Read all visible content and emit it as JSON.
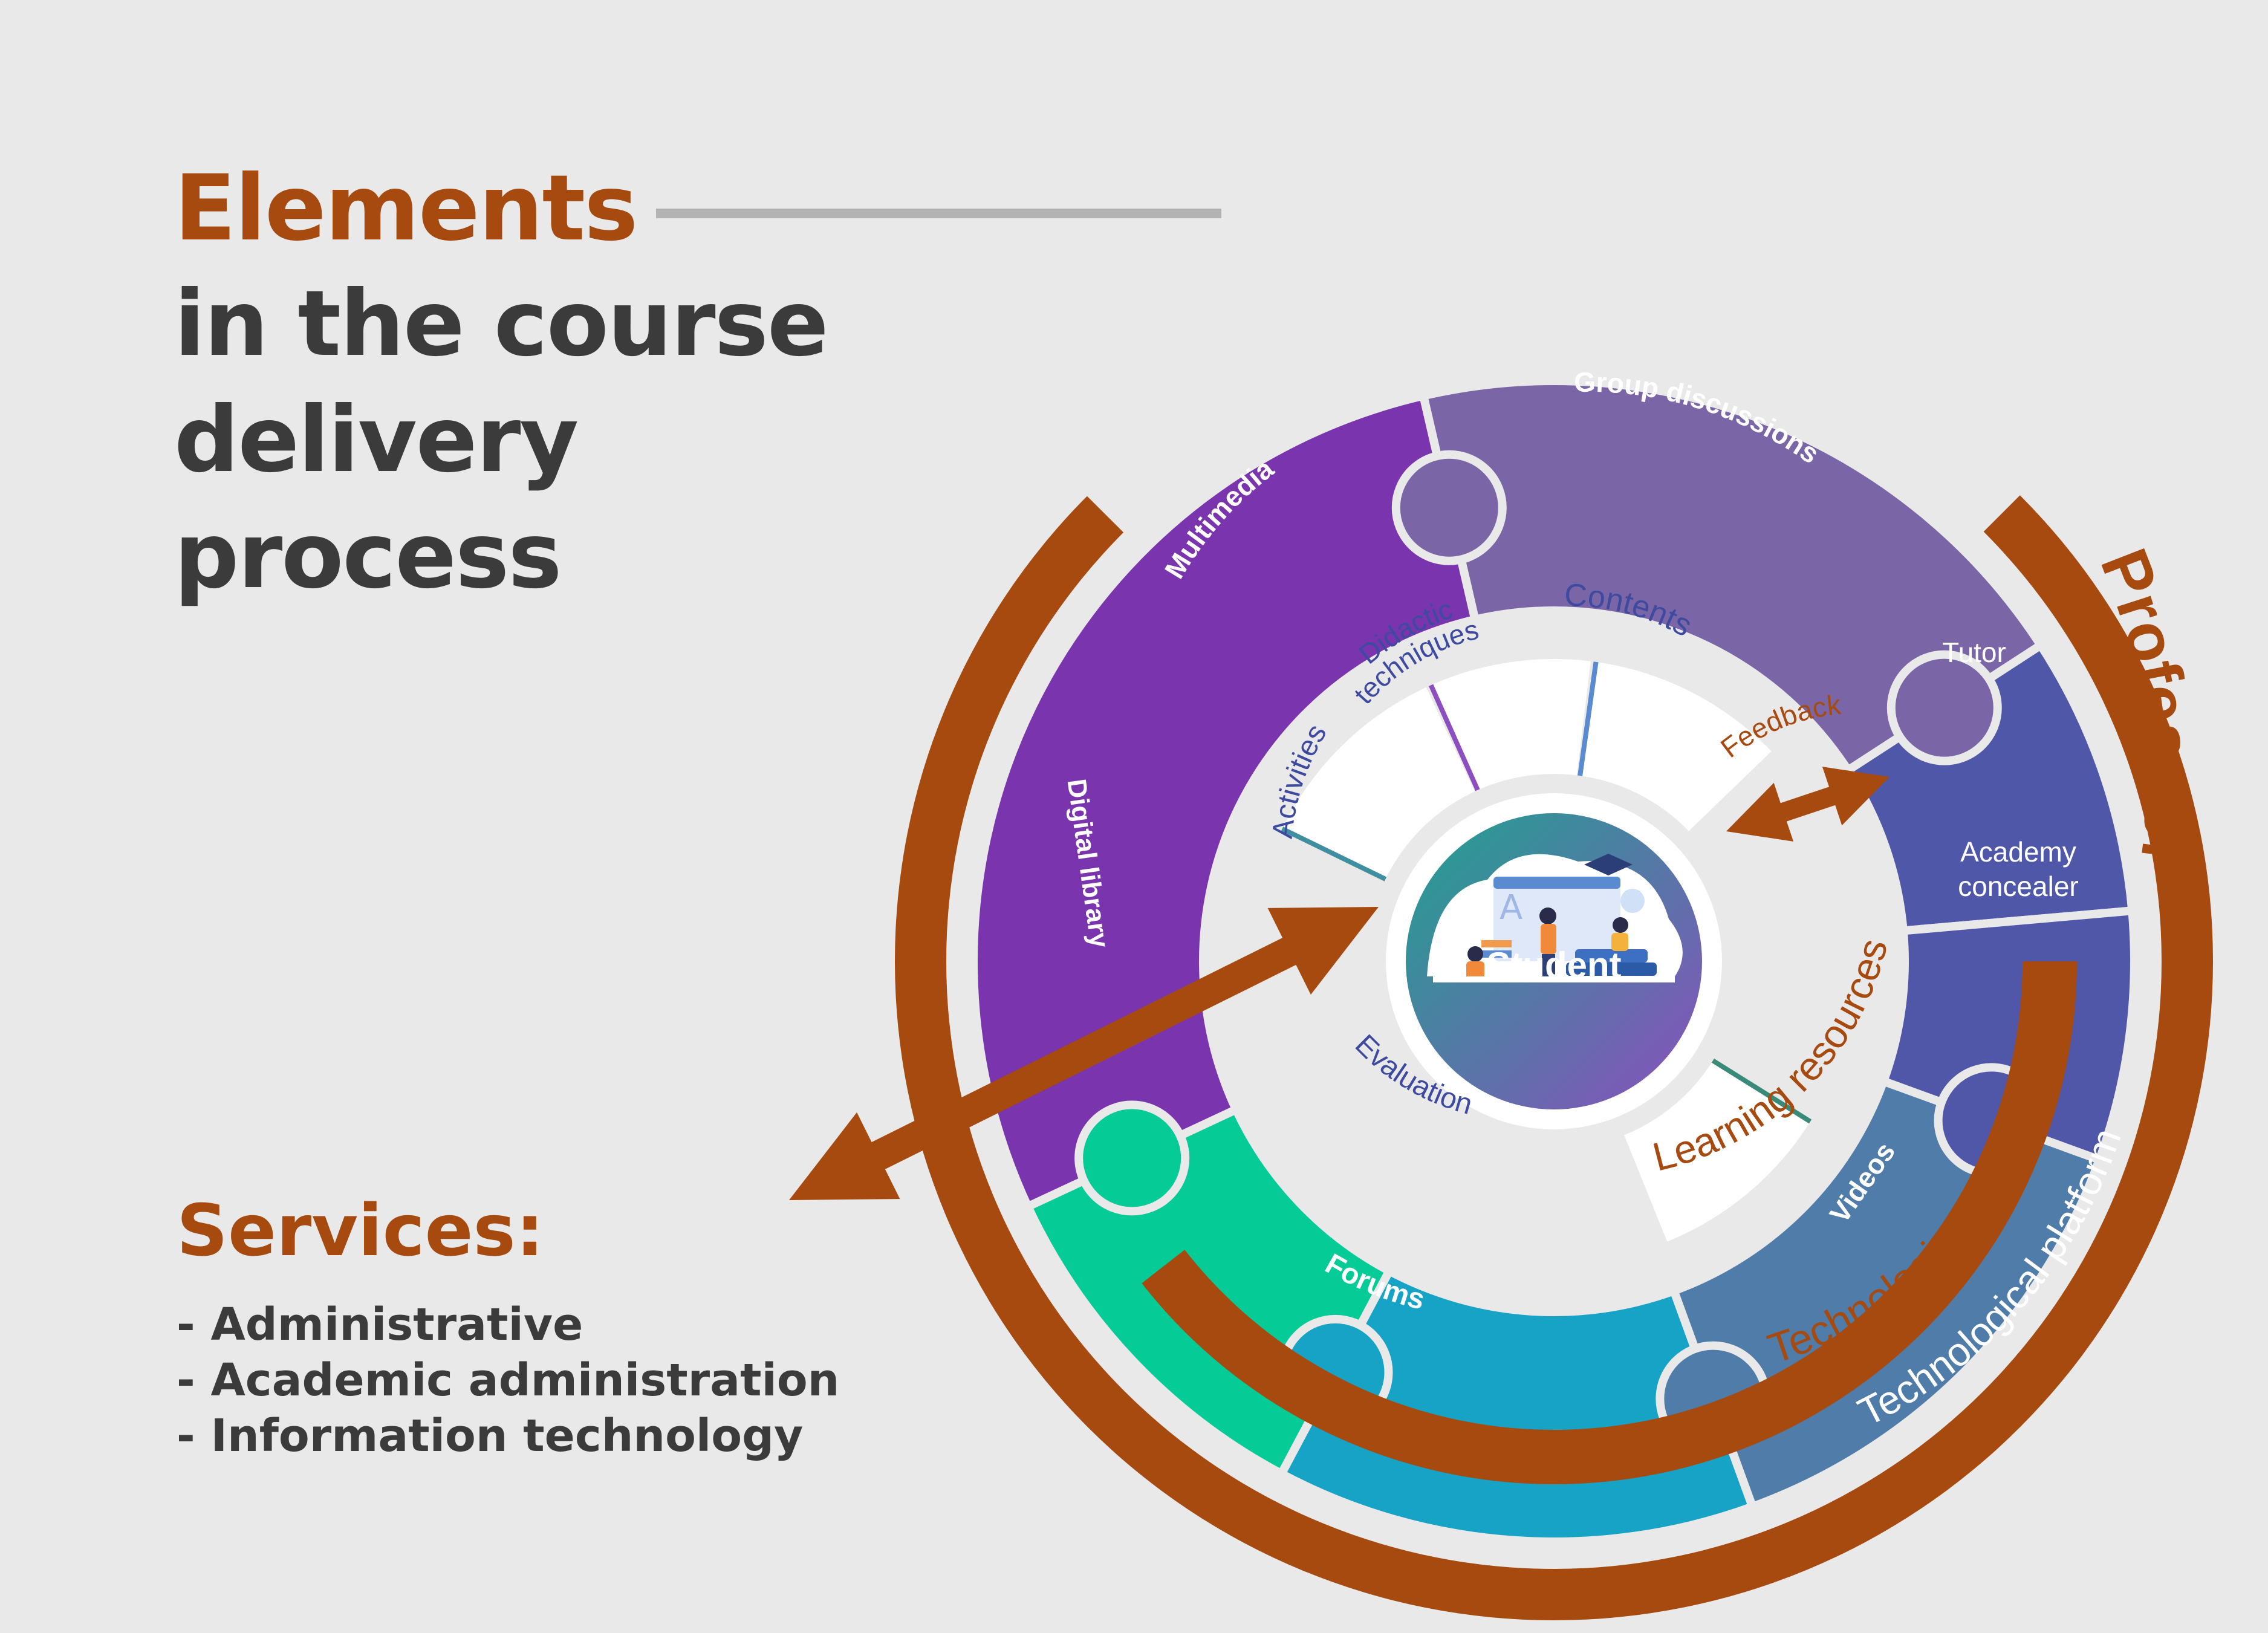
{
  "title": {
    "accent": "Elements",
    "rest": "in the course delivery process"
  },
  "services": {
    "heading": "Services:",
    "items": [
      "- Administrative",
      "- Academic administration",
      "- Information technology"
    ]
  },
  "diagram": {
    "outer_ring_label": "Professor",
    "platform_label": "Technological platform",
    "tech_resources_label": "Technological resources",
    "learning_resources_label": "Learning resources",
    "feedback_label": "Feedback",
    "center_label": "Student",
    "puzzle_pieces": [
      {
        "label": "Group discussions",
        "color": "#7a65a6"
      },
      {
        "label": "Tutor",
        "color": "#4f58a8"
      },
      {
        "label": "Academy concealer",
        "color": "#5057a9"
      },
      {
        "label": "Videos",
        "color": "#4f7ca9"
      },
      {
        "label": "Forums",
        "color": "#17a3c5"
      },
      {
        "label": "Digital library",
        "color": "#05cb96"
      },
      {
        "label": "Multimedia",
        "color": "#7a34ad"
      }
    ],
    "inner_cards": [
      {
        "label": "Contents",
        "color": "#5a8ad0"
      },
      {
        "label": "Didactic techniques",
        "color": "#8d4fc0"
      },
      {
        "label": "Activities",
        "color": "#3f8fa0"
      },
      {
        "label": "Evaluation",
        "color": "#3a8a7a"
      }
    ],
    "colors": {
      "brown": "#a64a0f",
      "title_gray": "#3b3b3b",
      "ring_bg": "#e9e9e9",
      "text_blue": "#3d4aa0"
    }
  }
}
